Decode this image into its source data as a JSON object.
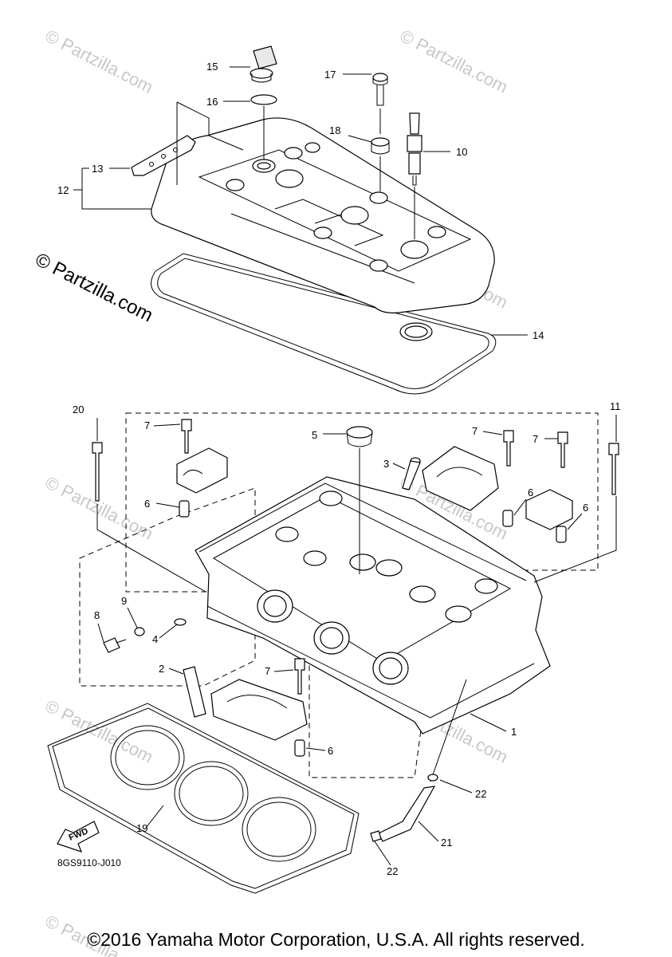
{
  "watermark": {
    "main": "© Partzilla.com",
    "faint": "© Partzilla.com"
  },
  "diagram_code": "8GS9110-J010",
  "fwd_label": "FWD",
  "copyright": "©2016 Yamaha Motor Corporation, U.S.A. All rights reserved.",
  "callouts": {
    "c1": "1",
    "c2": "2",
    "c3": "3",
    "c4": "4",
    "c5": "5",
    "c6a": "6",
    "c6b": "6",
    "c6c": "6",
    "c6d": "6",
    "c7a": "7",
    "c7b": "7",
    "c7c": "7",
    "c7d": "7",
    "c8": "8",
    "c9": "9",
    "c10": "10",
    "c11": "11",
    "c12": "12",
    "c13": "13",
    "c14": "14",
    "c15": "15",
    "c16": "16",
    "c17": "17",
    "c18": "18",
    "c19": "19",
    "c20": "20",
    "c21": "21",
    "c22a": "22",
    "c22b": "22"
  },
  "colors": {
    "line": "#000000",
    "watermark": "#c8c8c8",
    "background": "#ffffff"
  }
}
